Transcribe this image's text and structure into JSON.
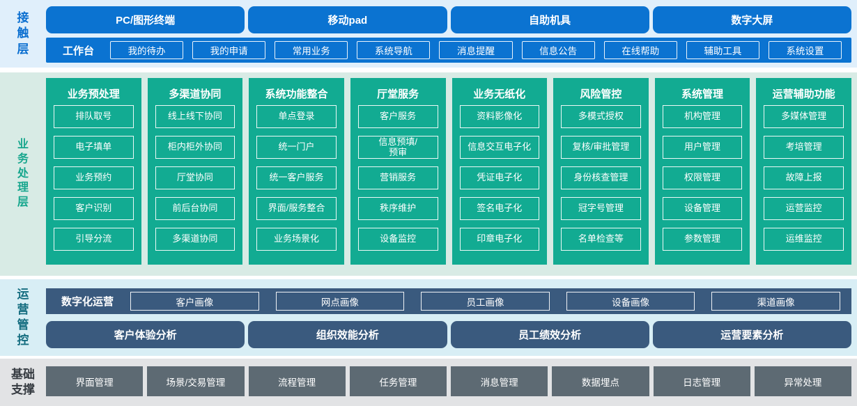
{
  "colors": {
    "accent_blue": "#0b73d1",
    "bg_blue": "#e0effb",
    "accent_green": "#12ab92",
    "bg_green": "#d8ebe5",
    "accent_slate": "#3a5a7e",
    "bg_cyan": "#d8eef5",
    "accent_gray": "#5d6a73",
    "bg_gray": "#e2e3e5",
    "label_blue": "#0b6fd0",
    "label_green": "#16a68d",
    "label_teal": "#156d80",
    "label_dark": "#363b41"
  },
  "contact_layer": {
    "label": "接触层",
    "channels": [
      "PC/图形终端",
      "移动pad",
      "自助机具",
      "数字大屏"
    ],
    "workbench": {
      "label": "工作台",
      "items": [
        "我的待办",
        "我的申请",
        "常用业务",
        "系统导航",
        "消息提醒",
        "信息公告",
        "在线帮助",
        "辅助工具",
        "系统设置"
      ]
    }
  },
  "business_layer": {
    "label": "业务处理层",
    "columns": [
      {
        "title": "业务预处理",
        "items": [
          "排队取号",
          "电子填单",
          "业务预约",
          "客户识别",
          "引导分流"
        ]
      },
      {
        "title": "多渠道协同",
        "items": [
          "线上线下协同",
          "柜内柜外协同",
          "厅堂协同",
          "前后台协同",
          "多渠道协同"
        ]
      },
      {
        "title": "系统功能整合",
        "items": [
          "单点登录",
          "统一门户",
          "统一客户服务",
          "界面/服务整合",
          "业务场景化"
        ]
      },
      {
        "title": "厅堂服务",
        "items": [
          "客户服务",
          "信息预填/\n预审",
          "营销服务",
          "秩序维护",
          "设备监控"
        ]
      },
      {
        "title": "业务无纸化",
        "items": [
          "资料影像化",
          "信息交互电子化",
          "凭证电子化",
          "签名电子化",
          "印章电子化"
        ]
      },
      {
        "title": "风险管控",
        "items": [
          "多模式授权",
          "复核/审批管理",
          "身份核查管理",
          "冠字号管理",
          "名单检查等"
        ]
      },
      {
        "title": "系统管理",
        "items": [
          "机构管理",
          "用户管理",
          "权限管理",
          "设备管理",
          "参数管理"
        ]
      },
      {
        "title": "运营辅助功能",
        "items": [
          "多媒体管理",
          "考培管理",
          "故障上报",
          "运营监控",
          "运维监控"
        ]
      }
    ]
  },
  "ops_layer": {
    "label": "运营管控",
    "digital_ops": {
      "label": "数字化运营",
      "items": [
        "客户画像",
        "网点画像",
        "员工画像",
        "设备画像",
        "渠道画像"
      ]
    },
    "analysis": [
      "客户体验分析",
      "组织效能分析",
      "员工绩效分析",
      "运营要素分析"
    ]
  },
  "base_layer": {
    "label": "基础支撑",
    "items": [
      "界面管理",
      "场景/交易管理",
      "流程管理",
      "任务管理",
      "消息管理",
      "数据埋点",
      "日志管理",
      "异常处理"
    ]
  }
}
